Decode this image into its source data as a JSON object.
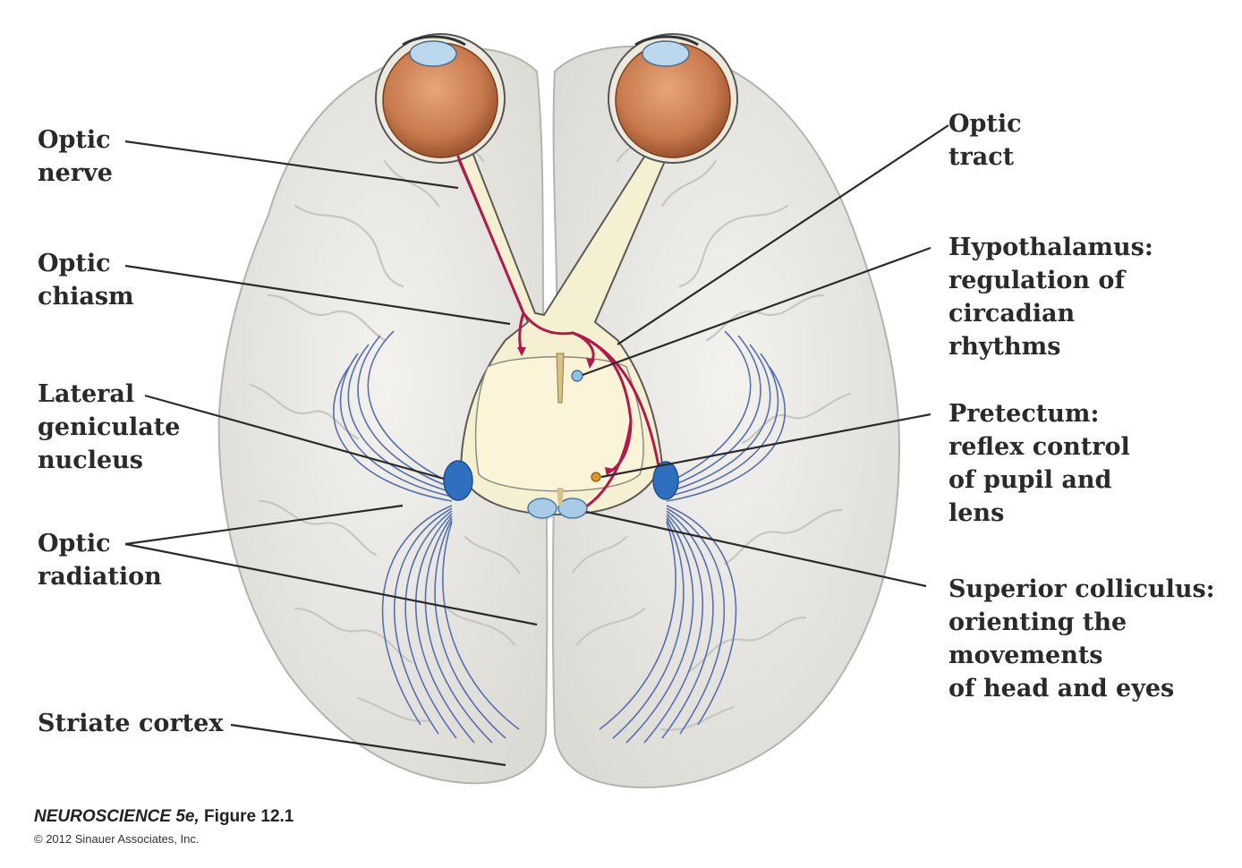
{
  "labels": {
    "optic_nerve": "Optic\nnerve",
    "optic_chiasm": "Optic\nchiasm",
    "lateral_geniculate_nucleus": "Lateral\ngeniculate\nnucleus",
    "optic_radiation": "Optic\nradiation",
    "striate_cortex": "Striate cortex",
    "optic_tract": "Optic\ntract",
    "hypothalamus": "Hypothalamus:\nregulation of\ncircadian\nrhythms",
    "pretectum": "Pretectum:\nreflex control\nof pupil and\nlens",
    "superior_colliculus": "Superior colliculus:\norienting the\nmovements\nof head and eyes"
  },
  "figure": {
    "title_book": "NEUROSCIENCE 5e,",
    "title_fig": " Figure 12.1",
    "copyright": "© 2012 Sinauer Associates, Inc."
  },
  "colors": {
    "brain": "#e9e8e5",
    "brain_edge": "#b9b7b2",
    "pathway": "#f6f0d2",
    "eyeball": "#c87a4d",
    "fibers": "#4f6aa8",
    "lgn": "#2e6fbf",
    "red_axon": "#b0194a",
    "colliculus": "#a9cbe8"
  }
}
